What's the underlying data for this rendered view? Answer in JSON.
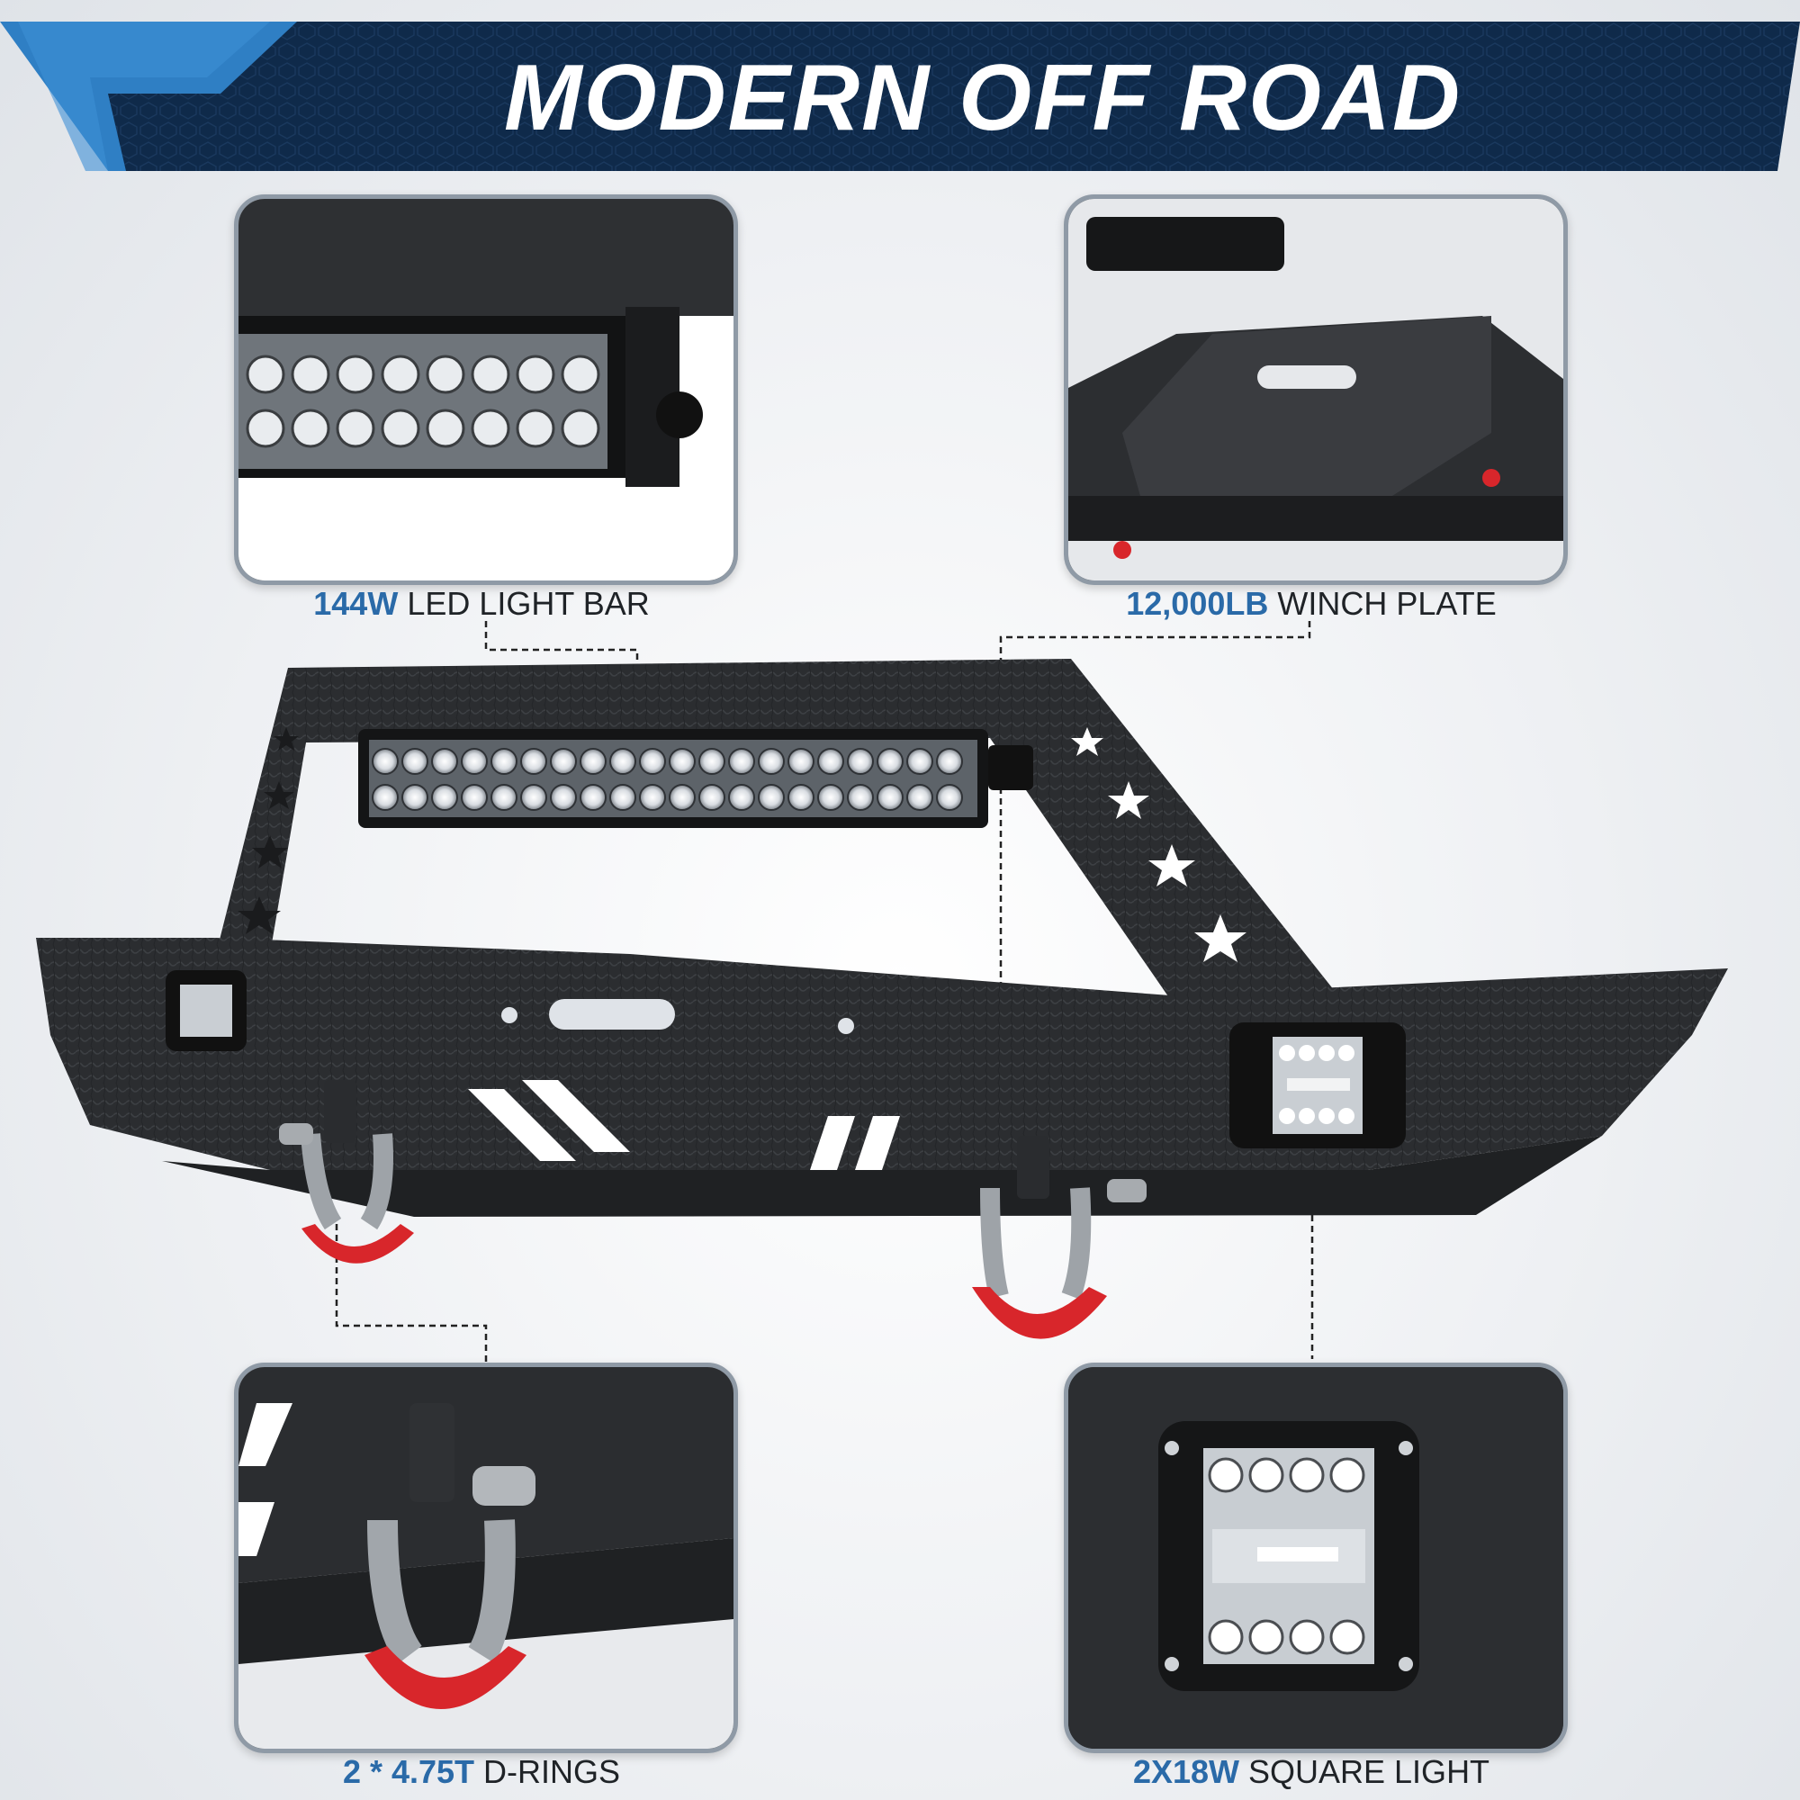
{
  "banner": {
    "title": "MODERN OFF ROAD"
  },
  "features": [
    {
      "highlight": "144W",
      "text": " LED LIGHT BAR"
    },
    {
      "highlight": "12,000LB",
      "text": " WINCH PLATE"
    },
    {
      "highlight": "2 * 4.75T",
      "text": " D-RINGS"
    },
    {
      "highlight": "2X18W",
      "text": " SQUARE LIGHT"
    }
  ],
  "colors": {
    "banner": "#0f2a4a",
    "accent": "#2f7fc4",
    "highlight_text": "#2a6aa8",
    "panel_border": "#8f9aa6",
    "steel": "#2a2c2f",
    "shackle_red": "#d8262b"
  }
}
